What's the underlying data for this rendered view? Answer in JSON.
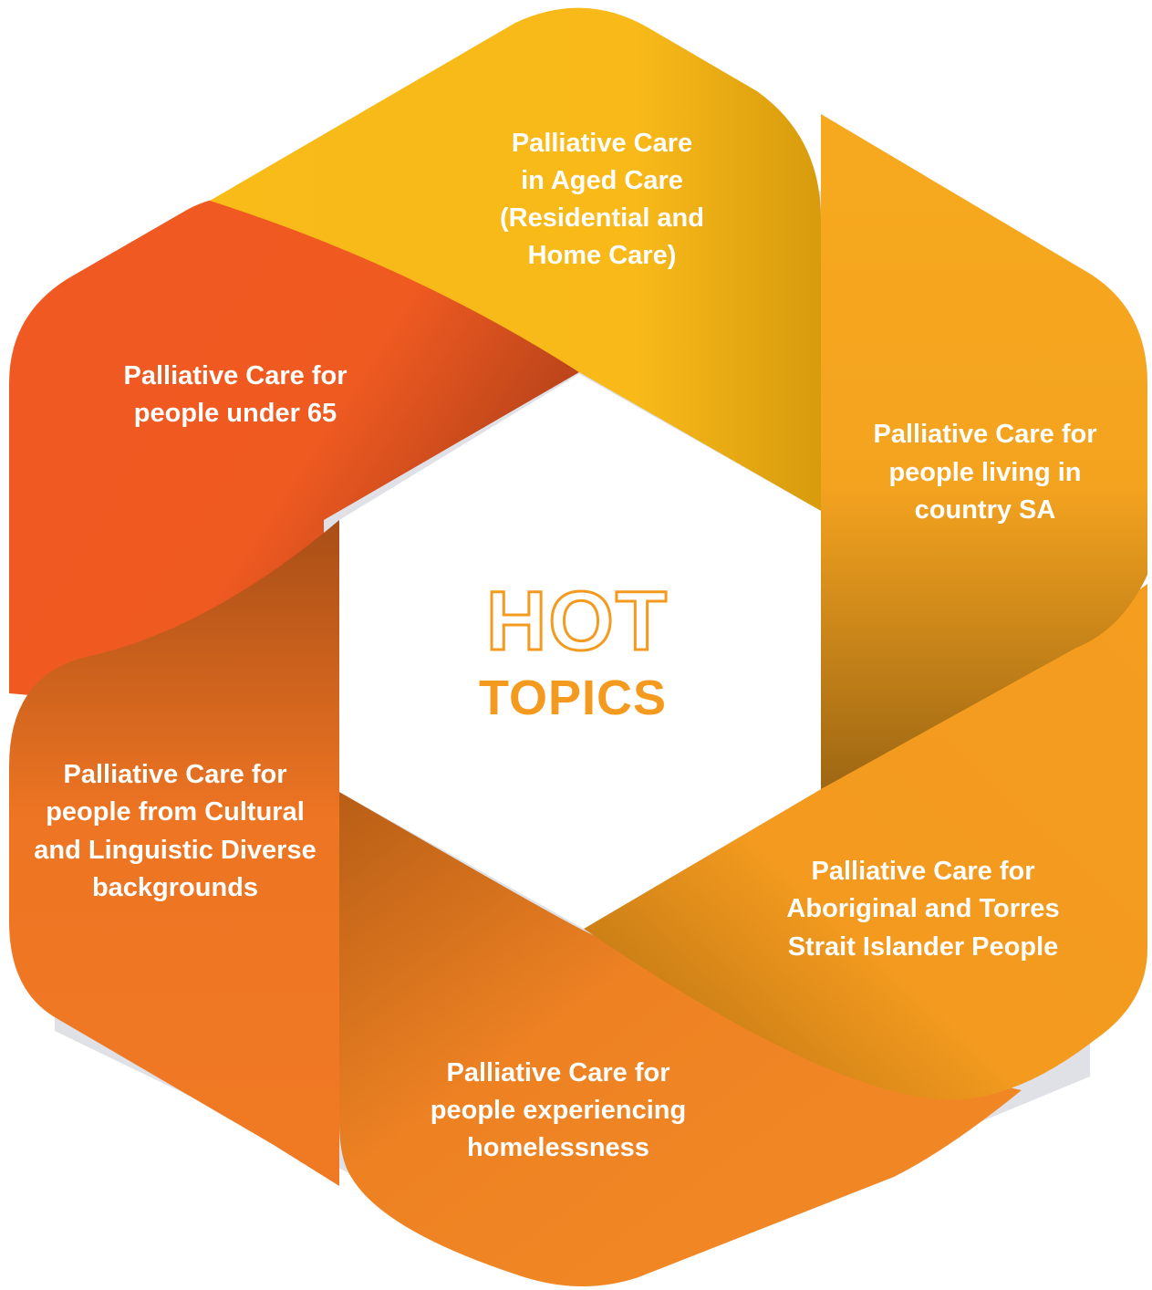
{
  "center": {
    "title_outline": "HOT",
    "title_solid": "TOPICS",
    "accent_color": "#f39a1f"
  },
  "segments": [
    {
      "id": "aged-care",
      "lines": [
        "Palliative Care",
        "in Aged Care",
        "(Residential and",
        "Home Care)"
      ],
      "color": "#f8b919",
      "dark": "#d89a0c"
    },
    {
      "id": "country-sa",
      "lines": [
        "Palliative Care for",
        "people living in",
        "country SA"
      ],
      "color": "#f5a51f",
      "dark": "#a36b12"
    },
    {
      "id": "aboriginal",
      "lines": [
        "Palliative Care for",
        "Aboriginal and Torres",
        "Strait Islander People"
      ],
      "color": "#f39a1f",
      "dark": "#b06c10"
    },
    {
      "id": "homelessness",
      "lines": [
        "Palliative Care for",
        "people experiencing",
        "homelessness"
      ],
      "color": "#f08524",
      "dark": "#c7651a"
    },
    {
      "id": "cald",
      "lines": [
        "Palliative Care for",
        "people from Cultural",
        "and Linguistic Diverse",
        "backgrounds"
      ],
      "color": "#ef7623",
      "dark": "#b4551a"
    },
    {
      "id": "under-65",
      "lines": [
        "Palliative Care for",
        "people under 65"
      ],
      "color": "#f05a22",
      "dark": "#a8421a"
    }
  ],
  "shadow_color": "#d9dce3"
}
